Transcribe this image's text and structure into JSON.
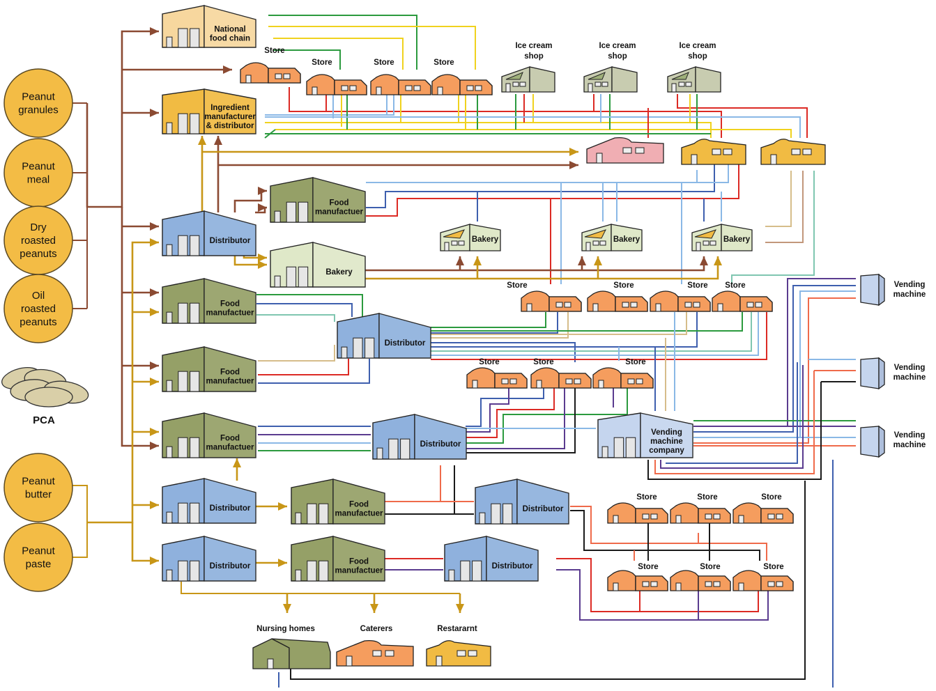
{
  "products": {
    "peanut_granules": [
      "Peanut",
      "granules"
    ],
    "peanut_meal": [
      "Peanut",
      "meal"
    ],
    "dry_roasted": [
      "Dry",
      "roasted",
      "peanuts"
    ],
    "oil_roasted": [
      "Oil",
      "roasted",
      "peanuts"
    ],
    "peanut_butter": [
      "Peanut",
      "butter"
    ],
    "peanut_paste": [
      "Peanut",
      "paste"
    ]
  },
  "pca_label": "PCA",
  "labels": {
    "national_food_chain": [
      "National",
      "food chain"
    ],
    "ingredient_manufacturer": [
      "Ingredient",
      "manufacturer",
      "& distributor"
    ],
    "distributor": "Distributor",
    "food_manufacturer": [
      "Food",
      "manufactuer"
    ],
    "bakery": "Bakery",
    "store": "Store",
    "ice_cream_shop": [
      "Ice cream",
      "shop"
    ],
    "vending_machine": [
      "Vending",
      "machine"
    ],
    "vending_machine_company": [
      "Vending",
      "machine",
      "company"
    ],
    "nursing_homes": "Nursing homes",
    "caterers": "Caterers",
    "restaurant": "Restararnt"
  },
  "colors": {
    "product_circle": "#f3bc45",
    "brown_flow": "#8b4a32",
    "gold_flow": "#c89617",
    "distributor": "#8fb1dd",
    "food_manufacturer": "#95a067",
    "bakery": "#dfe8c8",
    "store": "#f59d5e",
    "ice_cream": "#c8ccb0",
    "national_chain": "#f7d79e",
    "ingredient": "#f1bb43",
    "vending": "#c5d5ee"
  }
}
